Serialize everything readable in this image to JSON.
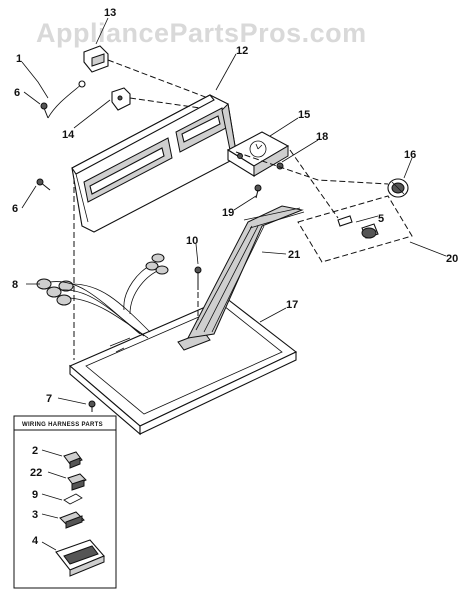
{
  "watermark": "AppliancePartsPros.com",
  "callouts": {
    "p1": "1",
    "p2": "2",
    "p3": "3",
    "p4": "4",
    "p5": "5",
    "p6a": "6",
    "p6b": "6",
    "p7": "7",
    "p8": "8",
    "p9": "9",
    "p10": "10",
    "p12": "12",
    "p13": "13",
    "p14": "14",
    "p15": "15",
    "p16": "16",
    "p17": "17",
    "p18": "18",
    "p19": "19",
    "p20": "20",
    "p21": "21",
    "p22": "22"
  },
  "legend": {
    "title": "WIRING HARNESS PARTS"
  }
}
